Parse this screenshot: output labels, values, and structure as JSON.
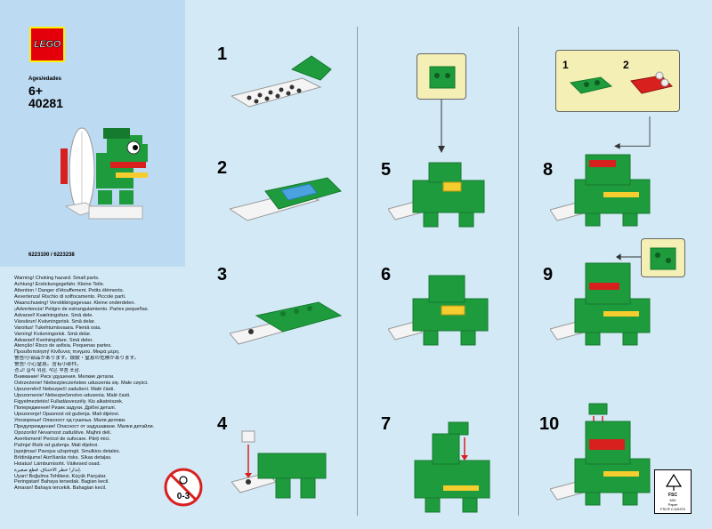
{
  "brand": {
    "logo_text": "LEGO",
    "logo_red": "#e3000b",
    "logo_yellow": "#fff200"
  },
  "product": {
    "age_label": "Ages/edades",
    "age_value": "6+",
    "set_number": "40281",
    "codes": "6223100 / 6223238"
  },
  "warnings": [
    "Warning! Choking hazard. Small parts.",
    "Achtung! Erstickungsgefahr. Kleine Teile.",
    "Attention ! Danger d'étouffement. Petits éléments.",
    "Avvertenza! Rischio di soffocamento. Piccole parti.",
    "Waarschuwing! Verstikkingsgevaar. Kleine onderdelen.",
    "¡Advertencia! Peligro de estrangulamiento. Partes pequeñas.",
    "Advarsel! Kvælningsfare. Små dele.",
    "Växvårun! Kvävningsrisk. Små delar.",
    "Varoitus! Tukehtumisvaara. Pieniä osia.",
    "Varning! Kvävningsrisk. Små delar.",
    "Advarsel! Kvelningsfare. Små deler.",
    "Atenção! Risco de asfixia. Pequenas partes.",
    "Προειδοποίηση! Κίνδυνος πνιγμού. Μικρά μέρη.",
    "警告!小部品があります。誤飲・窒息の危険があります。",
    "警告! 小心窒息。含有小部件。",
    "경고! 질식 위험. 작은 부품 포함.",
    "Внимание! Риск удушения. Мелкие детали.",
    "Ostrzeżenie! Niebezpieczeństwo uduszenia się. Małe części.",
    "Upozornění! Nebezpečí zadušení. Malé části.",
    "Upozornenie! Nebezpečenstvo udusenia. Malé časti.",
    "Figyelmeztetés! Fulladásveszély. Kis alkatrészek.",
    "Попередження! Ризик задухи. Дрібні деталі.",
    "Upozorenje! Opasnost od gušenja. Mali dijelovi.",
    "Упозорење! Опасност од гушења. Мали делови.",
    "Предупреждение! Опасност от задушаване. Малки детайли.",
    "Opozorilo! Nevarnost zadušitve. Majhni deli.",
    "Avertisment! Pericol de sufocare. Părți mici.",
    "Pažnja! Rizik od gušenja. Mali dijelovi.",
    "Įspėjimas! Pavojus užspringti. Smulkios detalės.",
    "Brīdinājums! Aizrīšanās risks. Sīkas detaļas.",
    "Hoiatus! Lämbumisoht. Väikesed osad.",
    "إنذار! خطر الاختناق. قطع صغيرة.",
    "Uyarı! Boğulma Tehlikesi. Küçük Parçalar.",
    "Peringatan! Bahaya tersedak. Bagian kecil.",
    "Amaran! Bahaya tercekik. Bahagian kecil."
  ],
  "age_warning": {
    "label": "0-3"
  },
  "steps": [
    {
      "number": "1"
    },
    {
      "number": "2"
    },
    {
      "number": "3"
    },
    {
      "number": "4"
    },
    {
      "number": "5"
    },
    {
      "number": "6"
    },
    {
      "number": "7"
    },
    {
      "number": "8"
    },
    {
      "number": "9"
    },
    {
      "number": "10"
    }
  ],
  "callout_8": {
    "label_1": "1",
    "label_2": "2"
  },
  "fsc": {
    "title": "FSC",
    "line1": "MIX",
    "line2": "Paper",
    "line3": "FSC® C115370"
  },
  "colors": {
    "green": "#1e9b3d",
    "dark_green": "#157a2e",
    "red": "#d8201f",
    "yellow": "#f5cd2f",
    "blue": "#4aa3df",
    "white": "#f4f4f4",
    "callout_bg": "#f4efb5"
  }
}
